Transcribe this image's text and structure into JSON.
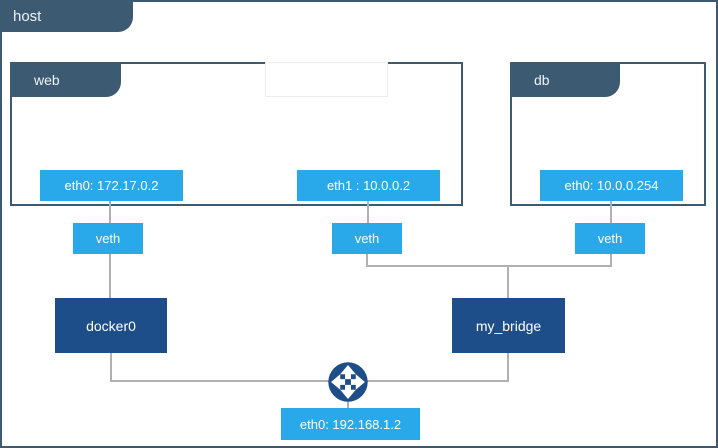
{
  "colors": {
    "slate": "#3d5a73",
    "bright_blue": "#29a9ea",
    "navy": "#1d4e89",
    "connector_gray": "#b0b0b0",
    "text": "#ffffff"
  },
  "host": {
    "label": "host",
    "interface": {
      "label": "eth0: 192.168.1.2"
    }
  },
  "containers": {
    "web": {
      "label": "web",
      "interfaces": [
        {
          "label": "eth0: 172.17.0.2"
        },
        {
          "label": "eth1 : 10.0.0.2"
        }
      ]
    },
    "db": {
      "label": "db",
      "interfaces": [
        {
          "label": "eth0: 10.0.0.254"
        }
      ]
    }
  },
  "veths": [
    {
      "label": "veth"
    },
    {
      "label": "veth"
    },
    {
      "label": "veth"
    }
  ],
  "bridges": {
    "docker0": {
      "label": "docker0"
    },
    "my_bridge": {
      "label": "my_bridge"
    }
  },
  "icons": {
    "router": "cross-arrows-router-icon"
  }
}
